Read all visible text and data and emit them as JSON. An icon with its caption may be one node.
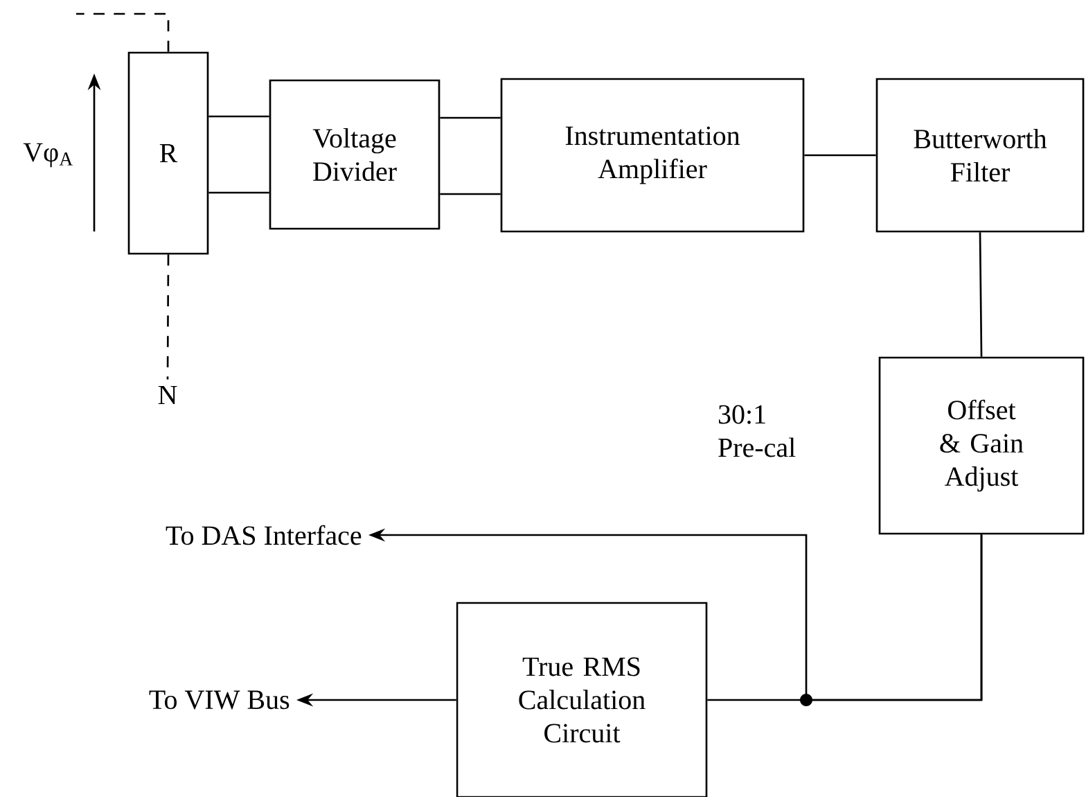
{
  "diagram": {
    "nodes": [
      {
        "text": [
          "R"
        ]
      },
      {
        "text": [
          "Voltage Divider"
        ]
      },
      {
        "text": [
          "Instrumentation Amplifier"
        ]
      },
      {
        "text": [
          "Butterworth Filter"
        ]
      },
      {
        "text": [
          "N"
        ]
      },
      {
        "text": [
          "Offset & Gain Adjust"
        ]
      },
      {
        "text": [
          "To DAS Interface"
        ]
      },
      {
        "text": [
          "True RMS Calculation Circuit"
        ]
      },
      {
        "text": [
          "To VIW Bus"
        ]
      }
    ],
    "edges": [
      {
        "from": 0,
        "to": null,
        "arrow": "none",
        "style": "dashed"
      },
      {
        "from": 0,
        "to": 4,
        "arrow": "none",
        "style": "dashed"
      },
      {
        "from": 0,
        "to": 1,
        "arrow": "none"
      },
      {
        "from": 0,
        "to": 1,
        "arrow": "none"
      },
      {
        "from": 1,
        "to": 2,
        "arrow": "none"
      },
      {
        "from": 1,
        "to": 2,
        "arrow": "none"
      },
      {
        "from": 2,
        "to": 3,
        "arrow": "none"
      },
      {
        "from": 3,
        "to": 5,
        "arrow": "none"
      },
      {
        "from": 5,
        "to": 6,
        "arrow": "to"
      },
      {
        "from": 5,
        "to": 7,
        "arrow": "none"
      },
      {
        "from": 7,
        "to": 8,
        "arrow": "to"
      }
    ],
    "labels": [
      "Vφ$_{A}$",
      "30:1 Pre-cal"
    ]
  }
}
